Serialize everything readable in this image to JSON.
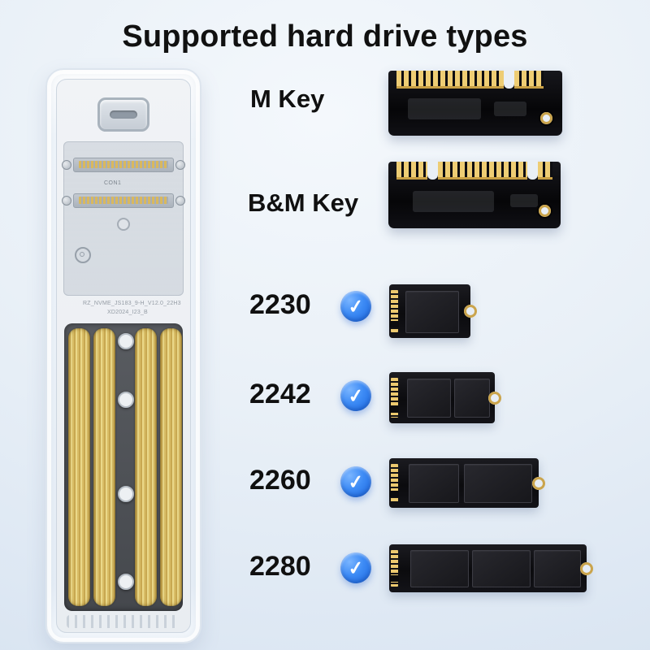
{
  "page": {
    "title": "Supported hard drive types"
  },
  "keys": [
    {
      "label": "M Key"
    },
    {
      "label": "B&M Key"
    }
  ],
  "sizes": [
    {
      "label": "2230"
    },
    {
      "label": "2242"
    },
    {
      "label": "2260"
    },
    {
      "label": "2280"
    }
  ],
  "icons": {
    "check": "✓"
  },
  "enclosure": {
    "connector_label": "CON1",
    "pcb_text_line1": "RZ_NVME_JS183_9-H_V12.0_22H3",
    "pcb_text_line2": "XD2024_I23_B"
  },
  "colors": {
    "accent_blue": "#2f7df2",
    "gold": "#d8b35c",
    "pcb_black": "#101013",
    "background": "#e9f0f7"
  }
}
